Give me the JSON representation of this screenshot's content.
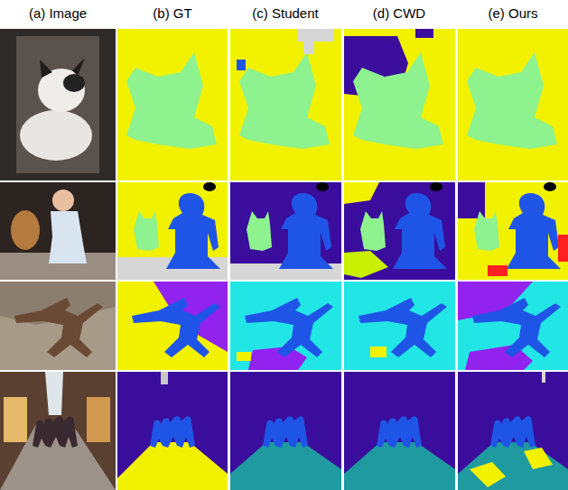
{
  "diagram": {
    "labels": [
      "(a) Image",
      "(b) GT",
      "(c) Student",
      "(d) CWD",
      "(e) Ours"
    ]
  }
}
